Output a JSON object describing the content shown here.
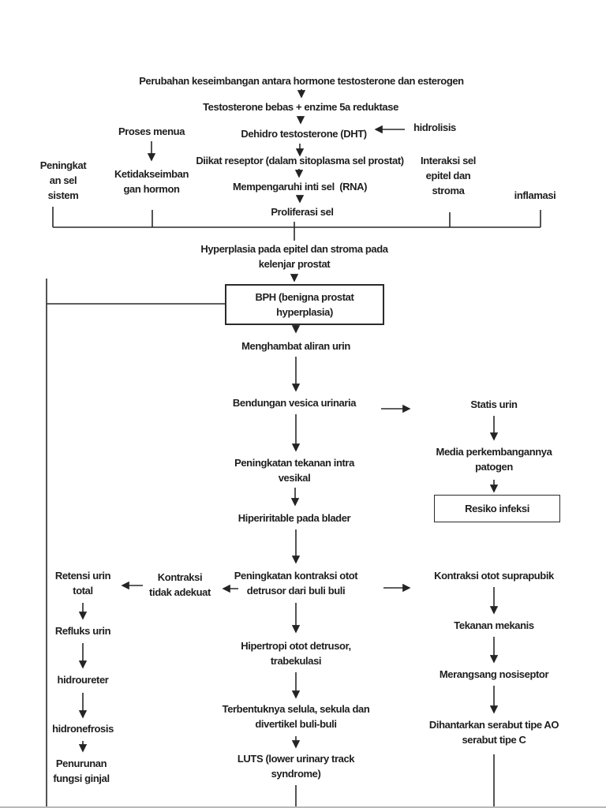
{
  "page": {
    "background": "#ffffff",
    "ink": "#242424",
    "language": "Indonesian",
    "topic": "BPH (benigna prostat hyperplasia) pathophysiology flowchart"
  },
  "nodes": {
    "title": {
      "text": "Perubahan keseimbangan antara hormone testosterone dan esterogen"
    },
    "testosterone_bebas": {
      "text": "Testosterone bebas + enzime 5a reduktase"
    },
    "dht": {
      "text": "Dehidro testosterone (DHT)"
    },
    "hidrolisis": {
      "text": "hidrolisis"
    },
    "proses_menua": {
      "text": "Proses menua"
    },
    "peningkatan_sel": {
      "text": "Peningkat\nan sel\nsistem"
    },
    "ketidakseimbangan": {
      "text": "Ketidakseimban\ngan hormon"
    },
    "diikat_reseptor": {
      "text": "Diikat reseptor (dalam sitoplasma sel prostat)"
    },
    "interaksi_sel": {
      "text": "Interaksi sel\nepitel dan\nstroma"
    },
    "mempengaruhi": {
      "text": "Mempengaruhi inti sel  (RNA)"
    },
    "inflamasi": {
      "text": "inflamasi"
    },
    "proliferasi": {
      "text": "Proliferasi sel"
    },
    "hyperplasia": {
      "text": "Hyperplasia pada epitel dan stroma pada\nkelenjar prostat"
    },
    "bph_box": {
      "text": "BPH (benigna prostat\nhyperplasia)"
    },
    "menghambat": {
      "text": "Menghambat aliran urin"
    },
    "bendungan": {
      "text": "Bendungan vesica urinaria"
    },
    "statis_urin": {
      "text": "Statis urin"
    },
    "media_patogen": {
      "text": "Media perkembangannya\npatogen"
    },
    "resiko_box": {
      "text": "Resiko infeksi"
    },
    "peningkatan_tekanan": {
      "text": "Peningkatan tekanan intra\nvesikal"
    },
    "hiperiritable": {
      "text": "Hiperiritable pada blader"
    },
    "peningkatan_kontraksi": {
      "text": "Peningkatan kontraksi otot\ndetrusor dari buli buli"
    },
    "kontraksi_tidak_adekuat": {
      "text": "Kontraksi\ntidak adekuat"
    },
    "retensi_urin": {
      "text": "Retensi urin\ntotal"
    },
    "kontraksi_suprapubik": {
      "text": "Kontraksi otot suprapubik"
    },
    "refluks_urin": {
      "text": "Refluks urin"
    },
    "hidroureter": {
      "text": "hidroureter"
    },
    "hidronefrosis": {
      "text": "hidronefrosis"
    },
    "penurunan_ginjal": {
      "text": "Penurunan\nfungsi ginjal"
    },
    "tekanan_mekanis": {
      "text": "Tekanan mekanis"
    },
    "merangsang": {
      "text": "Merangsang nosiseptor"
    },
    "dihantarkan": {
      "text": "Dihantarkan serabut tipe AO\nserabut tipe C"
    },
    "hipertropi": {
      "text": "Hipertropi otot detrusor,\ntrabekulasi"
    },
    "terbentuknya": {
      "text": "Terbentuknya selula, sekula dan\ndivertikel buli-buli"
    },
    "luts": {
      "text": "LUTS (lower urinary track\nsyndrome)"
    }
  }
}
